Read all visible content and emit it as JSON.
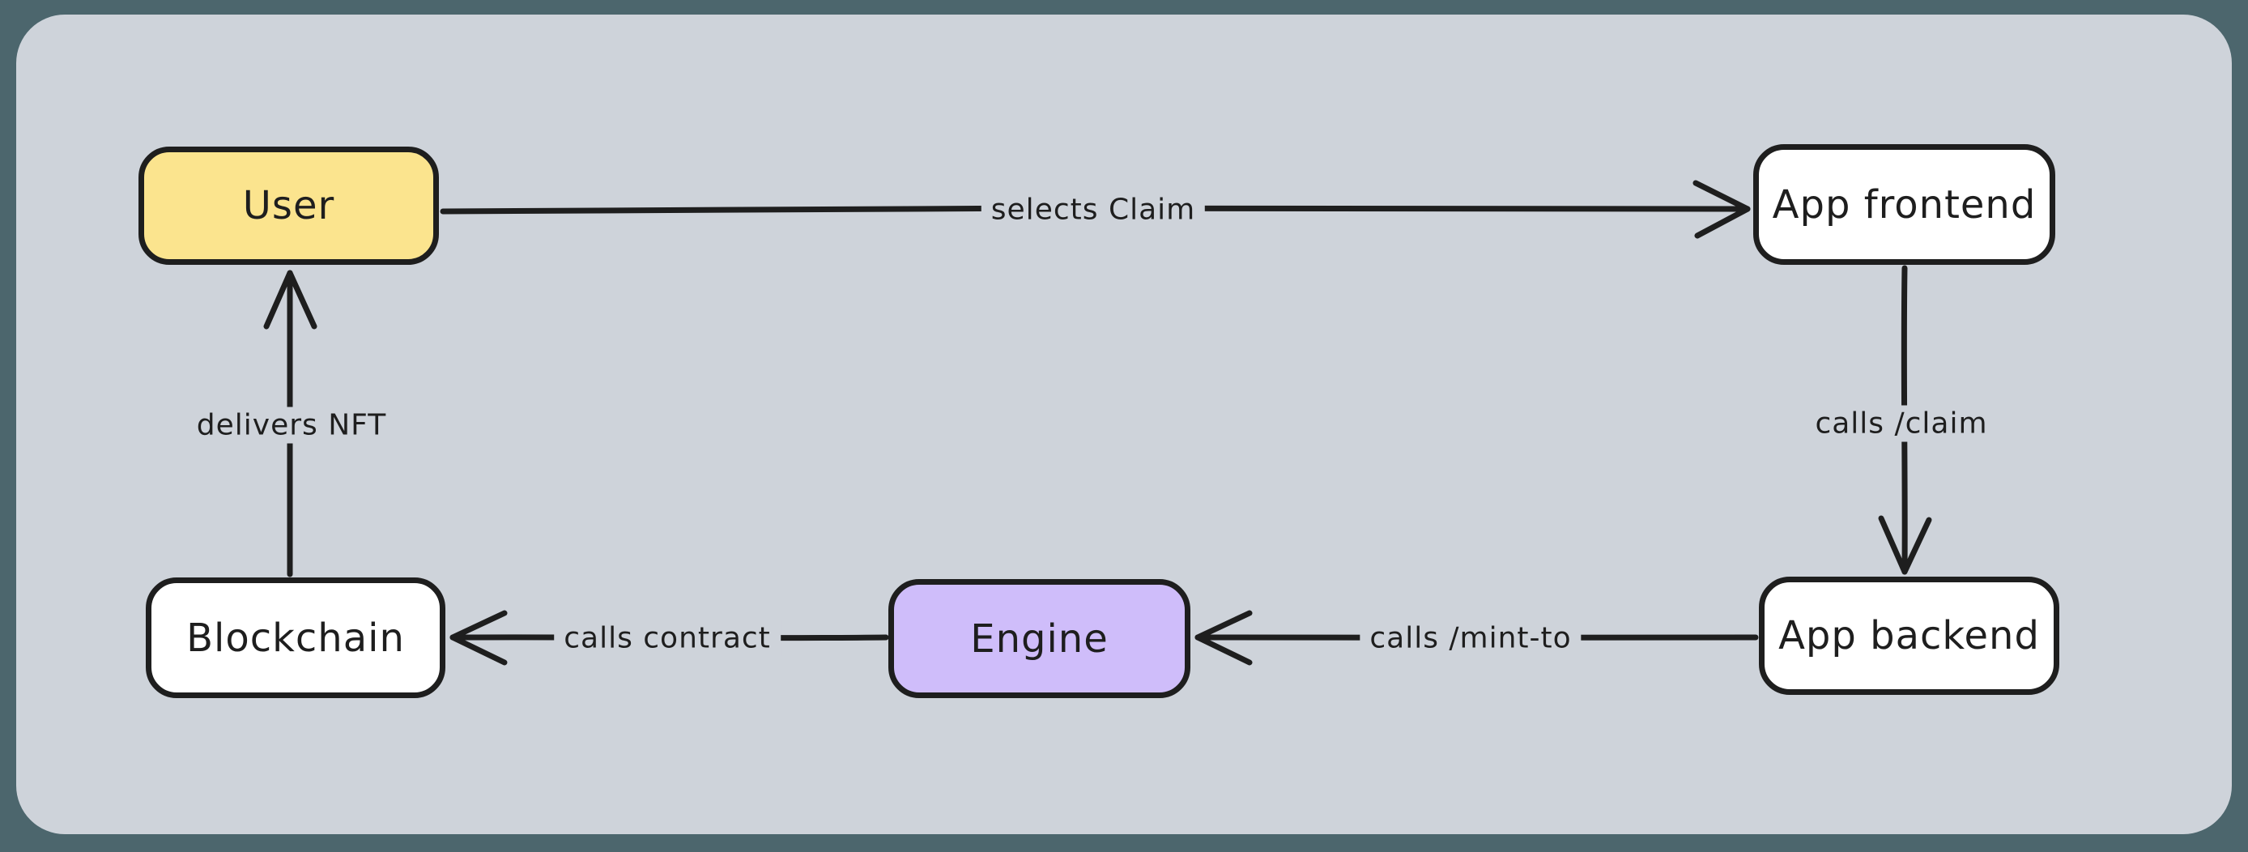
{
  "diagram": {
    "type": "flowchart",
    "style": "hand-drawn",
    "colors": {
      "outer_background": "#4c666d",
      "canvas_background": "#ced3da",
      "stroke": "#1e1e1e",
      "node_user_fill": "#fbe48e",
      "node_engine_fill": "#cfbdfa",
      "node_default_fill": "#ffffff"
    },
    "nodes": [
      {
        "id": "user",
        "label": "User",
        "fill": "#fbe48e"
      },
      {
        "id": "app-frontend",
        "label": "App frontend",
        "fill": "#ffffff"
      },
      {
        "id": "app-backend",
        "label": "App backend",
        "fill": "#ffffff"
      },
      {
        "id": "engine",
        "label": "Engine",
        "fill": "#cfbdfa"
      },
      {
        "id": "blockchain",
        "label": "Blockchain",
        "fill": "#ffffff"
      }
    ],
    "edges": [
      {
        "from": "User",
        "to": "App frontend",
        "label": "selects Claim"
      },
      {
        "from": "App frontend",
        "to": "App backend",
        "label": "calls /claim"
      },
      {
        "from": "App backend",
        "to": "Engine",
        "label": "calls /mint-to"
      },
      {
        "from": "Engine",
        "to": "Blockchain",
        "label": "calls contract"
      },
      {
        "from": "Blockchain",
        "to": "User",
        "label": "delivers NFT"
      }
    ]
  }
}
